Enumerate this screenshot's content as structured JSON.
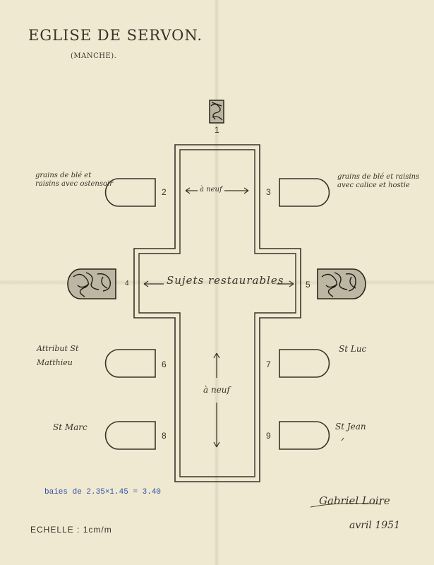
{
  "title": "EGLISE DE SERVON.",
  "subtitle": "(MANCHE).",
  "plan": {
    "windows": [
      {
        "number": "1",
        "state": "stained-glass"
      },
      {
        "number": "2",
        "state": "plain",
        "note": "grains de blé et raisins avec ostensoir"
      },
      {
        "number": "3",
        "state": "plain",
        "note": "grains de blé et raisins avec calice et hostie"
      },
      {
        "number": "4",
        "state": "stained-glass"
      },
      {
        "number": "5",
        "state": "stained-glass"
      },
      {
        "number": "6",
        "state": "plain",
        "note": "Attribut St Matthieu"
      },
      {
        "number": "7",
        "state": "plain",
        "note": "St Luc"
      },
      {
        "number": "8",
        "state": "plain",
        "note": "St Marc"
      },
      {
        "number": "9",
        "state": "plain",
        "note": "St Jean"
      }
    ],
    "labels": {
      "upper": "à neuf",
      "center": "Sujets restaurables",
      "lower": "à neuf"
    }
  },
  "note_bays": "baies de 2.35×1.45 = 3.40",
  "scale": "ECHELLE : 1cm/m",
  "signature": "Gabriel Loire",
  "date": "avril 1951",
  "colors": {
    "paper": "#efe9d2",
    "ink": "#3a3226",
    "blue_ink": "#3550a8"
  }
}
